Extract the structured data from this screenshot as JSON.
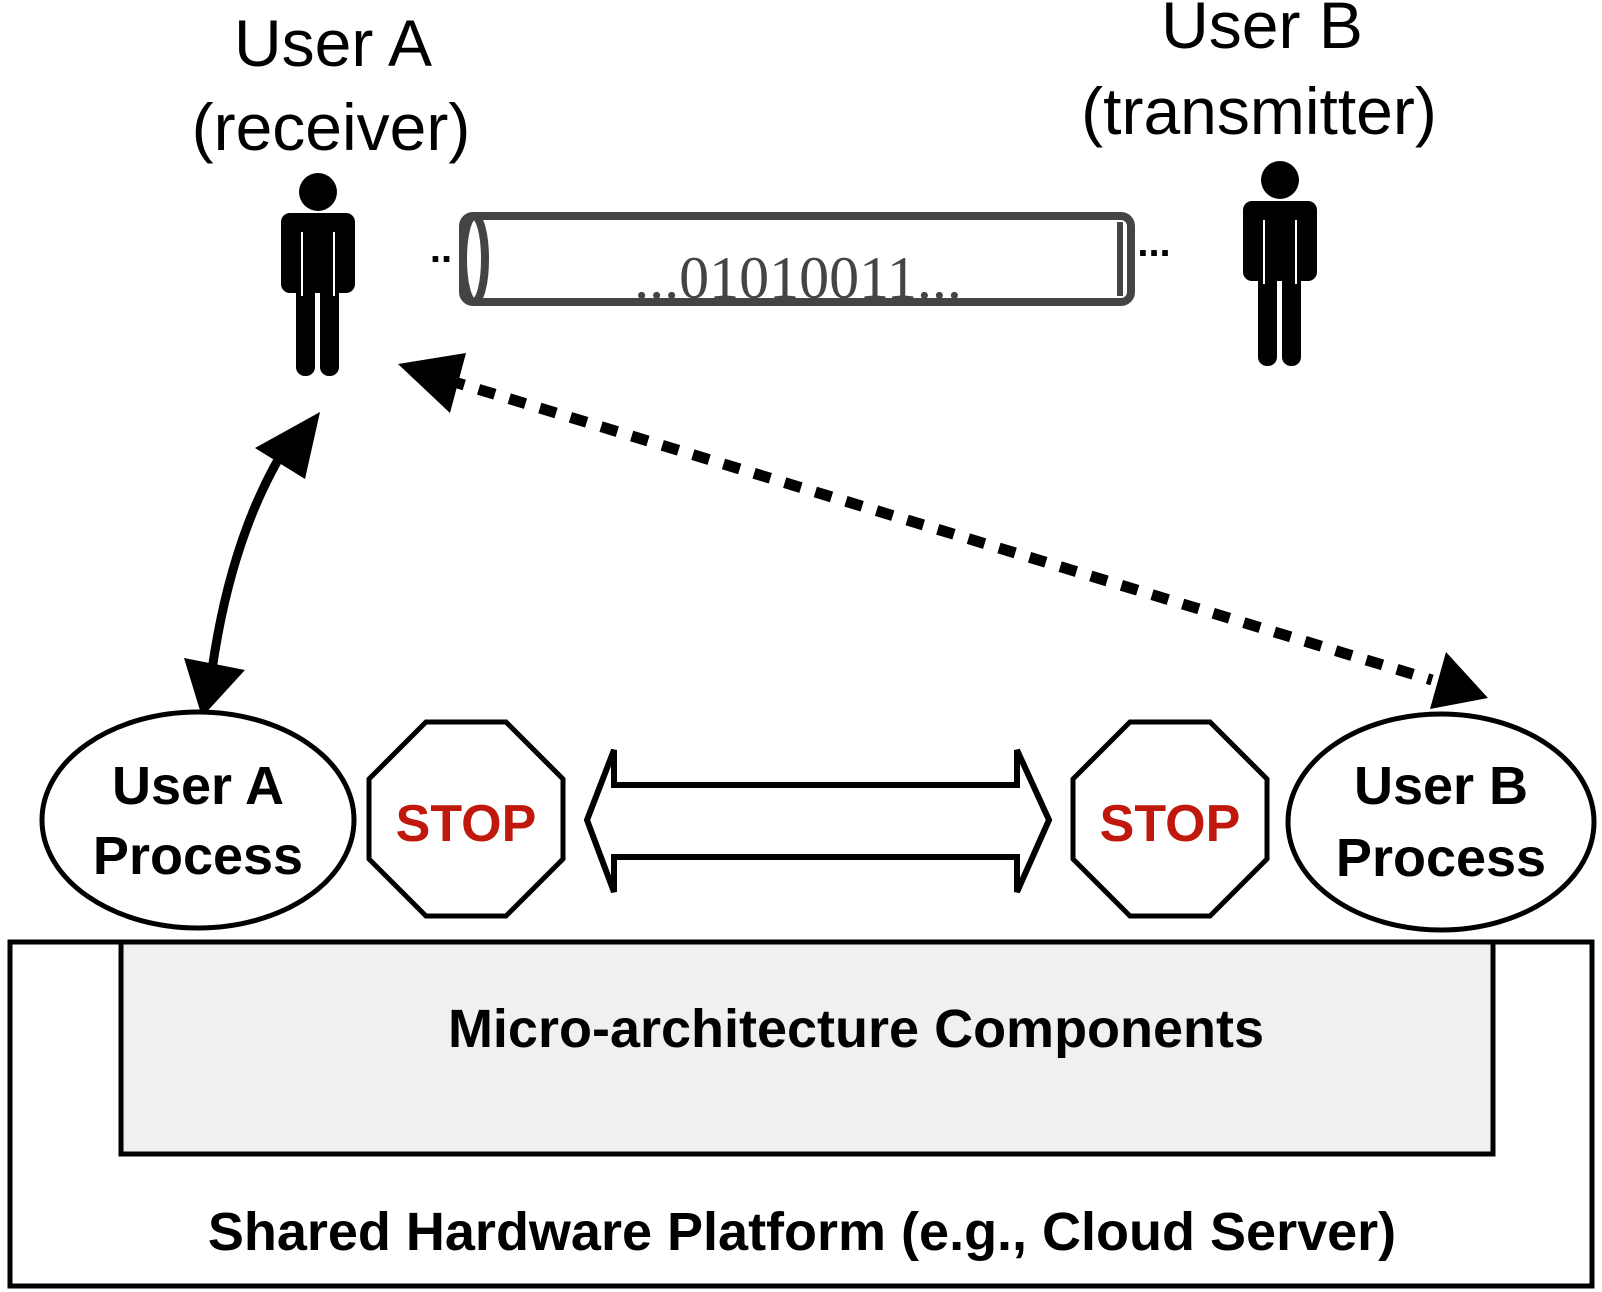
{
  "users": {
    "a": {
      "name": "User A",
      "role": "(receiver)"
    },
    "b": {
      "name": "User B",
      "role": "(transmitter)"
    }
  },
  "channel": {
    "bits": "...01010011...",
    "left_dots": "..",
    "right_dots": "..."
  },
  "processes": {
    "a": {
      "line1": "User A",
      "line2": "Process"
    },
    "b": {
      "line1": "User B",
      "line2": "Process"
    }
  },
  "stop_signs": {
    "left": "STOP",
    "right": "STOP",
    "text_color": "#c0180c"
  },
  "hardware": {
    "inner_label": "Micro-architecture Components",
    "outer_label": "Shared Hardware Platform (e.g., Cloud Server)",
    "inner_fill": "#f0f0f0"
  }
}
